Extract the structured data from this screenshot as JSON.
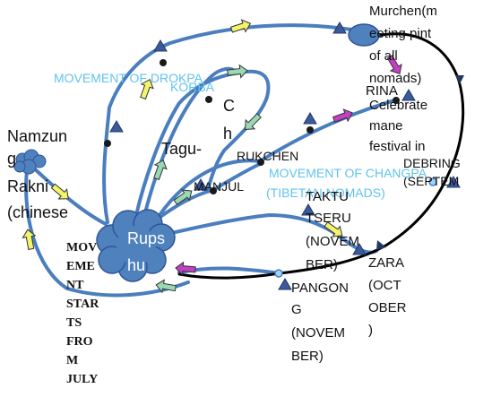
{
  "colors": {
    "route_blue": "#4a7ebf",
    "route_black": "#000000",
    "cloud_fill": "#4f81bd",
    "cloud_stroke": "#2f5597",
    "label_cyan": "#5ec3ee",
    "marker_triangle": "#3a5a9a",
    "arrow_yellow": "#f4f46a",
    "arrow_green": "#9ad7b3",
    "arrow_magenta": "#c33fc3"
  },
  "icons": {
    "camp": "triangle-marker",
    "stop": "dot-marker",
    "direction": "block-arrow"
  },
  "labels": {
    "murchen": [
      "Murchen(m",
      "eeting pint",
      "of all",
      "nomads)"
    ],
    "rina": [
      "RINA",
      "Celebrate",
      "mane",
      "festival in"
    ],
    "debring": [
      "DEBRING",
      "(SEPTEM"
    ],
    "movement_drokpa": [
      "MOVEMENT OF DROKPA",
      "KORBA"
    ],
    "movement_changpa": [
      "MOVEMENT OF CHANGPA",
      "(TIBETAN NOMADS)"
    ],
    "namzung": [
      "Namzun",
      "g"
    ],
    "rakni": [
      "Rakni",
      "(chinese"
    ],
    "tagu": [
      "Tagu-"
    ],
    "ch": [
      "C",
      "h"
    ],
    "rukchen": [
      "RUKCHEN"
    ],
    "manjul": [
      "MANJUL"
    ],
    "taktu": [
      "TAKTU",
      "TSERU",
      "(NOVEM",
      "BER)"
    ],
    "zara": [
      "ZARA",
      "(OCT",
      "OBER",
      ")"
    ],
    "pangong": [
      "PANGON",
      "G",
      "(NOVEM",
      "BER)"
    ],
    "rupshu": [
      "Rups",
      "hu"
    ],
    "movement_note": [
      "MOV",
      "EME",
      "NT",
      "STAR",
      "TS",
      "FRO",
      "M",
      "JULY"
    ]
  }
}
